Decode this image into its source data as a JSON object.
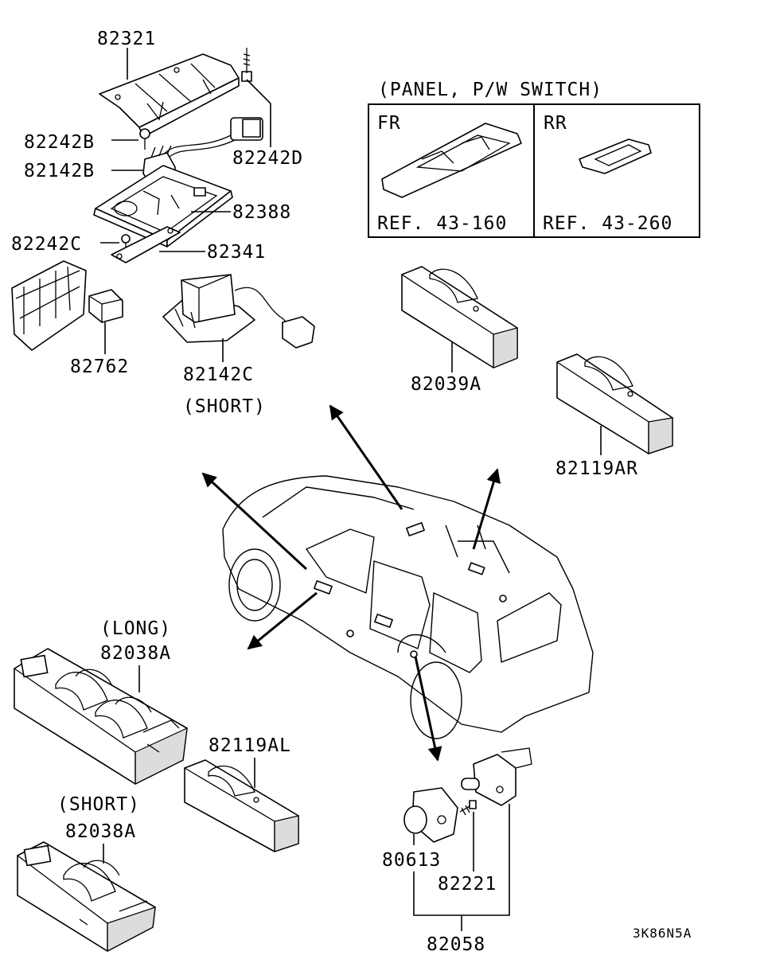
{
  "parts": {
    "p82321": "82321",
    "p82242B": "82242B",
    "p82242D": "82242D",
    "p82142B": "82142B",
    "p82388": "82388",
    "p82242C": "82242C",
    "p82341": "82341",
    "p82762": "82762",
    "p82142C": "82142C",
    "short1": "(SHORT)",
    "p82039A": "82039A",
    "p82119AR": "82119AR",
    "long": "(LONG)",
    "p82038A_long": "82038A",
    "p82119AL": "82119AL",
    "short2": "(SHORT)",
    "p82038A_short": "82038A",
    "p80613": "80613",
    "p82221": "82221",
    "p82058": "82058"
  },
  "panel": {
    "title": "(PANEL, P/W  SWITCH)",
    "fr": "FR",
    "rr": "RR",
    "ref_fr": "REF. 43-160",
    "ref_rr": "REF. 43-260"
  },
  "diagram_code": "3K86N5A"
}
